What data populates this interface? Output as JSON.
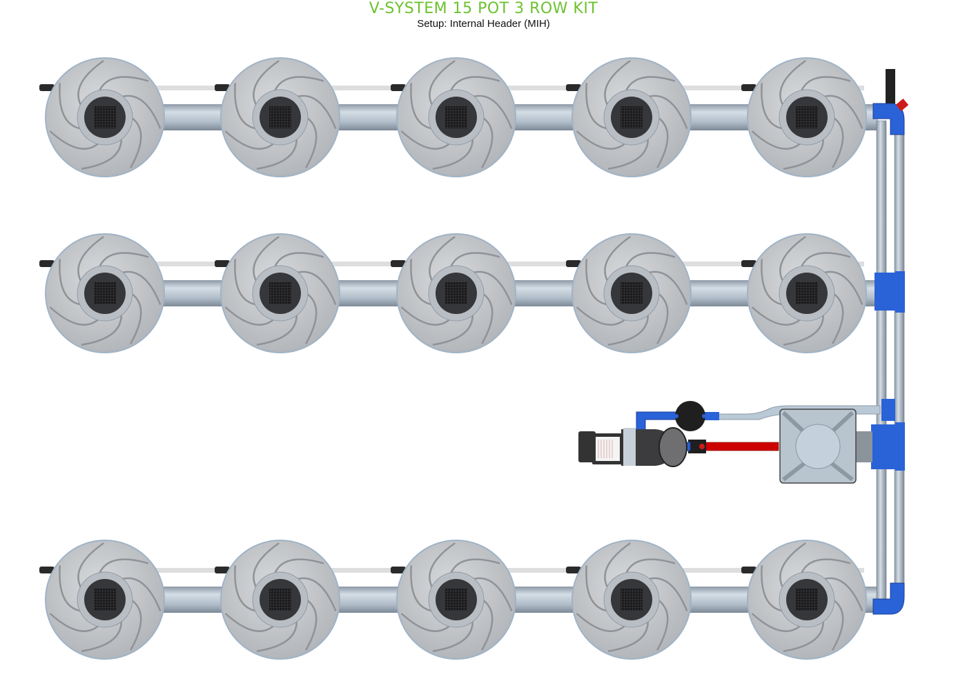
{
  "header": {
    "title": "V-SYSTEM 15 POT 3 ROW KIT",
    "subtitle": "Setup: Internal Header (MIH)"
  },
  "layout": {
    "rows": 3,
    "pots_per_row": 5,
    "total_pots": 15
  },
  "colors": {
    "title": "#6cc22e",
    "pot": "#c9cbce",
    "fitting_blue": "#2a62d8",
    "feed_red": "#cc0000",
    "pipe": "#b9c9d6"
  }
}
